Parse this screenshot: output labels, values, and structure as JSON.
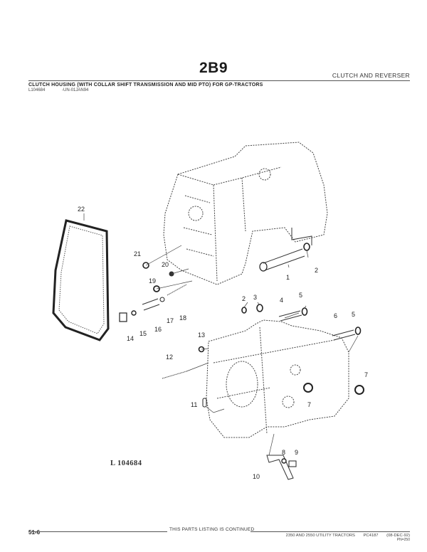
{
  "header": {
    "page_code": "2B9",
    "section_title": "CLUTCH AND REVERSER"
  },
  "figure": {
    "title": "CLUTCH HOUSING (WITH COLLAR SHIFT TRANSMISSION AND MID PTO) FOR GP-TRACTORS",
    "illustration_id": "L104684",
    "revision_code": "-UN-01JAN94",
    "illustration_label": "L 104684",
    "callouts": [
      "1",
      "2",
      "2",
      "3",
      "4",
      "5",
      "5",
      "6",
      "7",
      "7",
      "8",
      "9",
      "10",
      "11",
      "12",
      "13",
      "14",
      "15",
      "16",
      "17",
      "18",
      "19",
      "20",
      "21",
      "22"
    ]
  },
  "footer": {
    "page_number": "51-6",
    "continued_text": "THIS PARTS LISTING IS CONTINUED",
    "product": "2350 AND 2550 UTILITY TRACTORS",
    "catalog": "PC4187",
    "date": "(08-DEC-92)",
    "page_ref": "PN=250"
  }
}
